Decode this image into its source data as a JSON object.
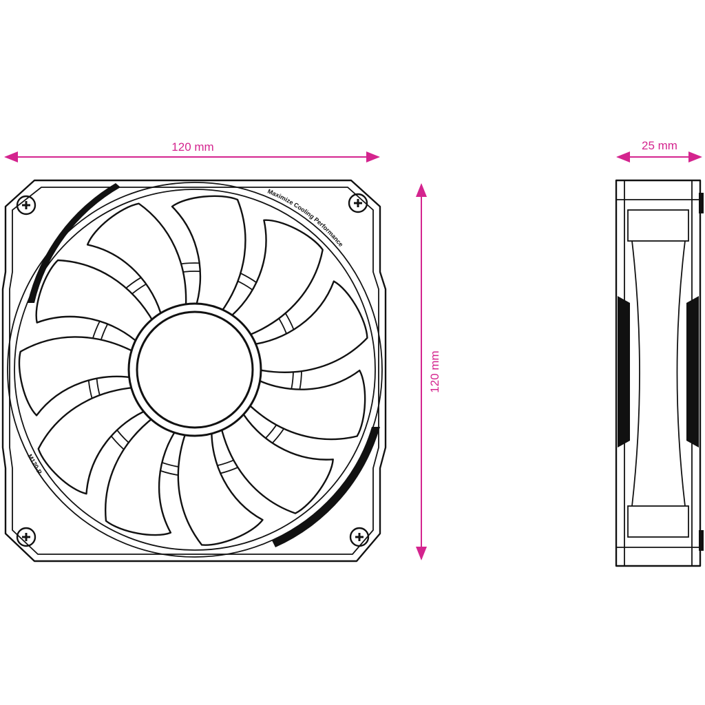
{
  "dimensions": {
    "width_label": "120 mm",
    "height_label": "120 mm",
    "depth_label": "25 mm"
  },
  "fan_markings": {
    "slogan": "Maximize Cooling Performance",
    "model": "M120-P"
  },
  "fan": {
    "blade_count": 11
  },
  "colors": {
    "dimension": "#d4248e",
    "line": "#111111"
  }
}
